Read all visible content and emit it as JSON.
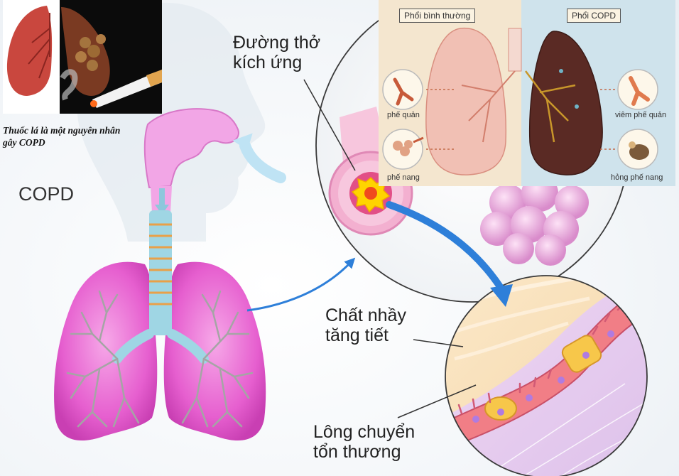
{
  "labels": {
    "copd": "COPD",
    "airway_irritated": "Đường thở\nkích ứng",
    "mucus": "Chất nhầy\ntăng tiết",
    "cilia": "Lông chuyển\ntổn thương"
  },
  "smoking_photo": {
    "caption": "Thuốc lá là một nguyên nhân\ngây COPD"
  },
  "comparison_inset": {
    "normal_header": "Phổi bình thường",
    "copd_header": "Phổi COPD",
    "bronchus": "phế quản",
    "alveolus": "phế nang",
    "bronchitis": "viêm phế quản",
    "damaged_alveolus": "hỏng phế nang"
  },
  "colors": {
    "lung_pink": "#e65fcf",
    "arrow_blue": "#2e7fd9",
    "trachea_blue": "#9fd6e4",
    "inset_normal_bg": "#f4e6cf",
    "inset_copd_bg": "#cfe3ec"
  }
}
